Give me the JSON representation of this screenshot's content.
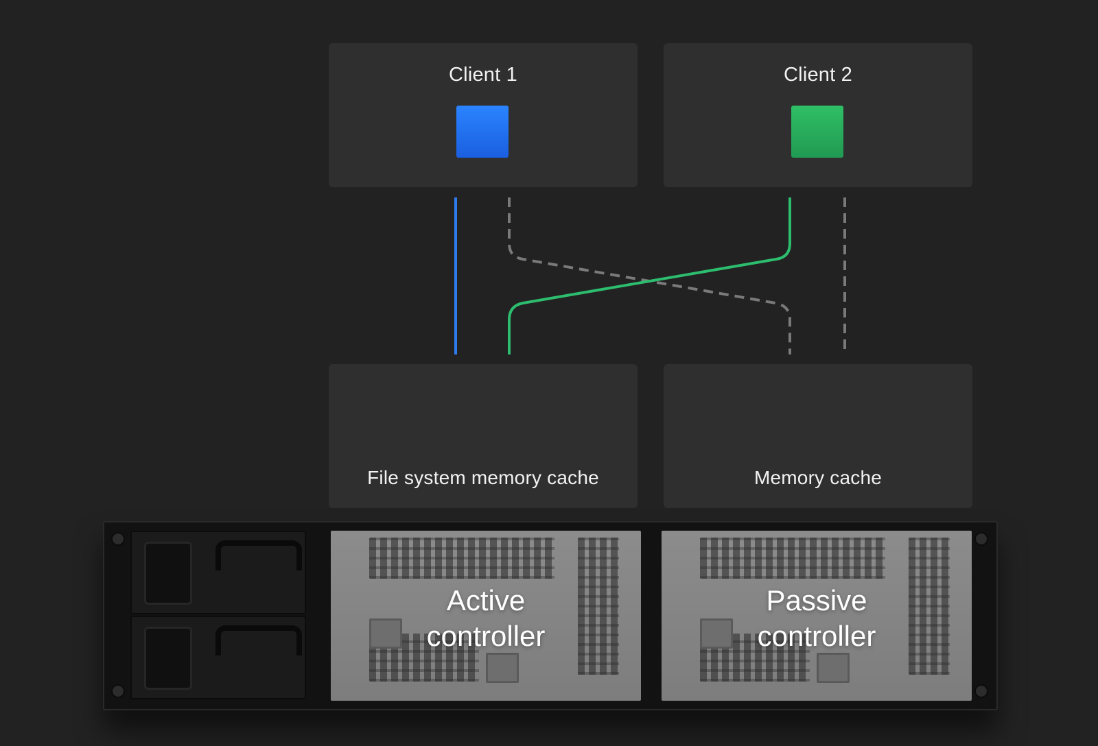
{
  "clients": [
    {
      "title": "Client 1",
      "color": "#1a73e8"
    },
    {
      "title": "Client 2",
      "color": "#27a658"
    }
  ],
  "caches": [
    {
      "label": "File system memory cache"
    },
    {
      "label": "Memory cache"
    }
  ],
  "controllers": [
    {
      "label_line1": "Active",
      "label_line2": "controller"
    },
    {
      "label_line1": "Passive",
      "label_line2": "controller"
    }
  ],
  "link_colors": {
    "client1_active": "#2f7cf0",
    "client2_active": "#2dbd6e",
    "standby": "#7a7a7a"
  }
}
